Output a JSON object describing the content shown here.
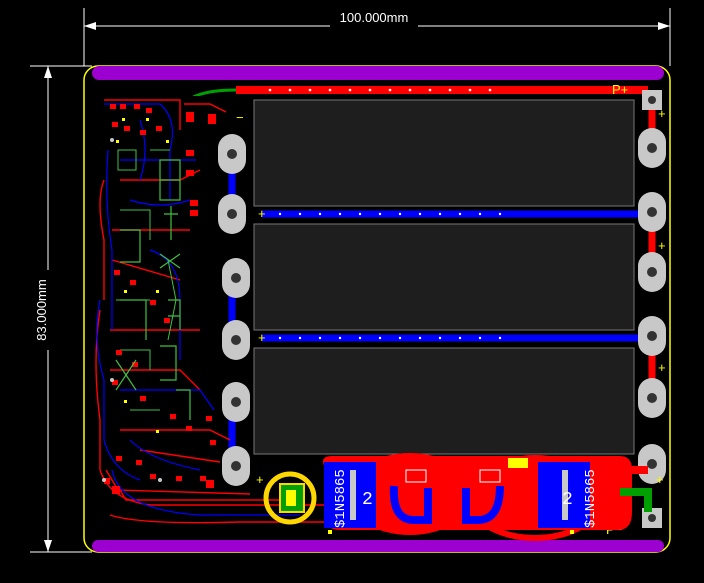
{
  "dimensions": {
    "width_label": "100.000mm",
    "height_label": "83.000mm"
  },
  "pins": {
    "positive": "P+",
    "negative": "P−"
  },
  "diodes": {
    "left_label": "$1N5865",
    "right_label": "$1N5865",
    "left_number": "2",
    "right_number": "2"
  },
  "polarity_marks": {
    "plus": "+",
    "minus": "−"
  },
  "colors": {
    "board_outline": "#ffff00",
    "top_copper": "#ff0000",
    "bottom_copper": "#0000ff",
    "silkscreen": "#ffffff",
    "edge_mask": "#9b00d0",
    "cell_fill": "#1e1e1e",
    "pad": "#c8c8c8",
    "text_green": "#40c040"
  }
}
